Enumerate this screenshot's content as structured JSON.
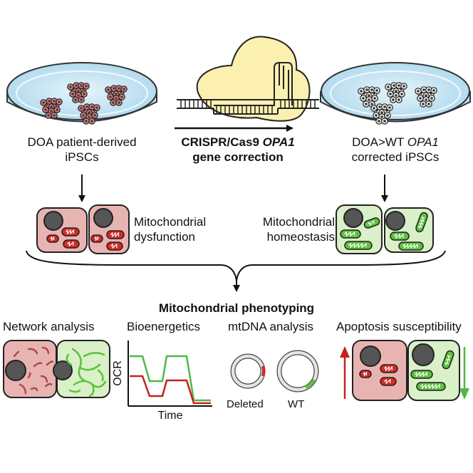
{
  "left_label": {
    "line1": "DOA patient-derived",
    "line2": "iPSCs"
  },
  "arrow_label": {
    "prefix": "CRISPR/Cas9 ",
    "gene": "OPA1",
    "line2": "gene correction"
  },
  "right_label": {
    "prefix": "DOA>WT ",
    "gene": "OPA1",
    "line2": "corrected iPSCs"
  },
  "dysfunction_label": {
    "line1": "Mitochondrial",
    "line2": "dysfunction"
  },
  "homeostasis_label": {
    "line1": "Mitochondrial",
    "line2": "homeostasis"
  },
  "phenotyping_title": "Mitochondrial phenotyping",
  "panels": {
    "network": "Network analysis",
    "bioenergetics": "Bioenergetics",
    "mtdna": "mtDNA analysis",
    "apoptosis": "Apoptosis susceptibility"
  },
  "ocr_chart": {
    "ylabel": "OCR",
    "xlabel": "Time",
    "wt_color": "#4db848",
    "doa_color": "#c8201e"
  },
  "mtdna": {
    "deleted_label": "Deleted",
    "wt_label": "WT"
  },
  "colors": {
    "doa_cell": "#e8b4b2",
    "wt_cell": "#daf0c8",
    "doa_mito": "#d42a24",
    "wt_mito": "#5cc13c",
    "crispr_cas9": "#fbf0b0",
    "arrow_up": "#c8201e",
    "arrow_down": "#4db848"
  }
}
